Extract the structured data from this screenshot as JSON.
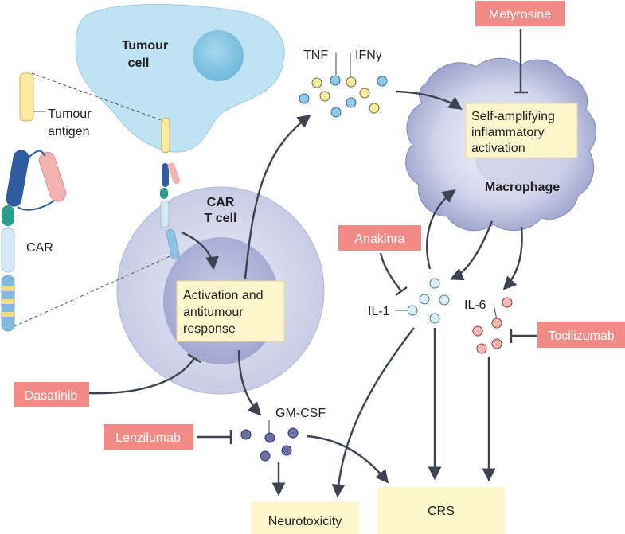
{
  "labels": {
    "tumour_cell_line1": "Tumour",
    "tumour_cell_line2": "cell",
    "tumour_antigen_line1": "Tumour",
    "tumour_antigen_line2": "antigen",
    "car": "CAR",
    "car_t_line1": "CAR",
    "car_t_line2": "T cell",
    "activation_line1": "Activation and",
    "activation_line2": "antitumour",
    "activation_line3": "response",
    "tnf": "TNF",
    "ifng": "IFNγ",
    "self_amp_line1": "Self-amplifying",
    "self_amp_line2": "inflammatory",
    "self_amp_line3": "activation",
    "macrophage": "Macrophage",
    "il1": "IL-1",
    "il6": "IL-6",
    "gmcsf": "GM-CSF",
    "neurotoxicity": "Neurotoxicity",
    "crs": "CRS"
  },
  "drugs": {
    "metyrosine": "Metyrosine",
    "anakinra": "Anakinra",
    "tocilizumab": "Tocilizumab",
    "dasatinib": "Dasatinib",
    "lenzilumab": "Lenzilumab"
  },
  "colors": {
    "drug_box": "#f28b86",
    "yellow_box": "#fdf6cc",
    "tumour_cell": "#bfe3f3",
    "tumour_nucleus": "#8ecbe6",
    "t_cell_outer": "#c9cce4",
    "t_cell_inner": "#a3a9d2",
    "macrophage": "#9aa1cc",
    "arrow": "#3b4450"
  }
}
